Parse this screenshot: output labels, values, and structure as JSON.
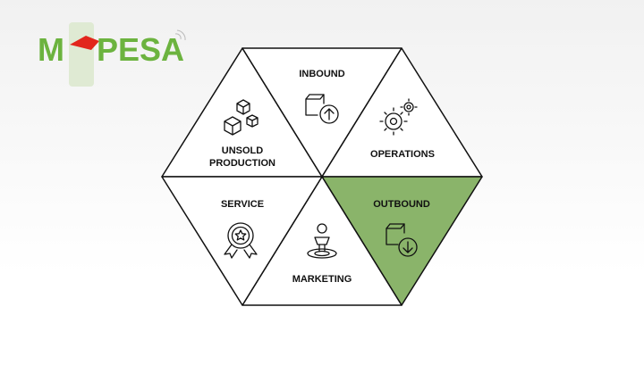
{
  "logo": {
    "text_left": "M",
    "text_right": "PESA",
    "brand_color": "#6cb33f",
    "accent_color": "#e2261c"
  },
  "hexagon": {
    "fill_default": "#ffffff",
    "fill_highlight": "#8ab46a",
    "stroke": "#111111",
    "segments": [
      {
        "id": "unsold-production",
        "label_lines": [
          "UNSOLD",
          "PRODUCTION"
        ],
        "icon": "boxes-icon",
        "highlighted": false
      },
      {
        "id": "inbound",
        "label_lines": [
          "INBOUND"
        ],
        "icon": "box-arrow-up-icon",
        "highlighted": false
      },
      {
        "id": "operations",
        "label_lines": [
          "OPERATIONS"
        ],
        "icon": "gears-icon",
        "highlighted": false
      },
      {
        "id": "outbound",
        "label_lines": [
          "OUTBOUND"
        ],
        "icon": "box-arrow-down-icon",
        "highlighted": true
      },
      {
        "id": "marketing",
        "label_lines": [
          "MARKETING"
        ],
        "icon": "person-target-icon",
        "highlighted": false
      },
      {
        "id": "service",
        "label_lines": [
          "SERVICE"
        ],
        "icon": "award-ribbon-icon",
        "highlighted": false
      }
    ]
  }
}
